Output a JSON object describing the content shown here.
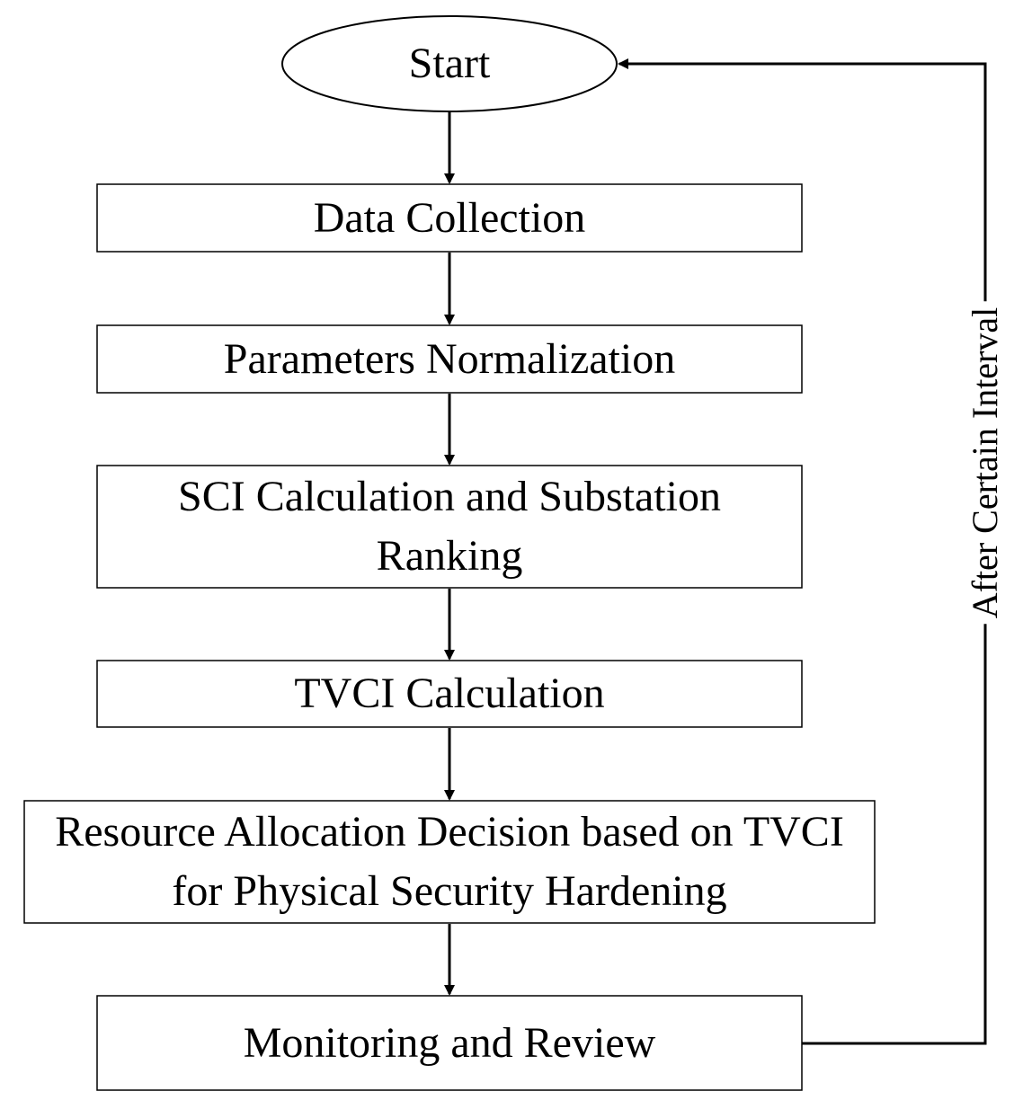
{
  "diagram": {
    "start_label": "Start",
    "steps": [
      {
        "label": "Data Collection"
      },
      {
        "label": "Parameters Normalization"
      },
      {
        "label": "SCI Calculation and Substation Ranking"
      },
      {
        "label": "TVCI Calculation"
      },
      {
        "label": "Resource Allocation Decision based on TVCI for Physical Security Hardening"
      },
      {
        "label": "Monitoring and Review"
      }
    ],
    "loop_label": "After Certain Interval"
  },
  "colors": {
    "stroke": "#000000",
    "fill": "#ffffff",
    "text": "#000000"
  }
}
